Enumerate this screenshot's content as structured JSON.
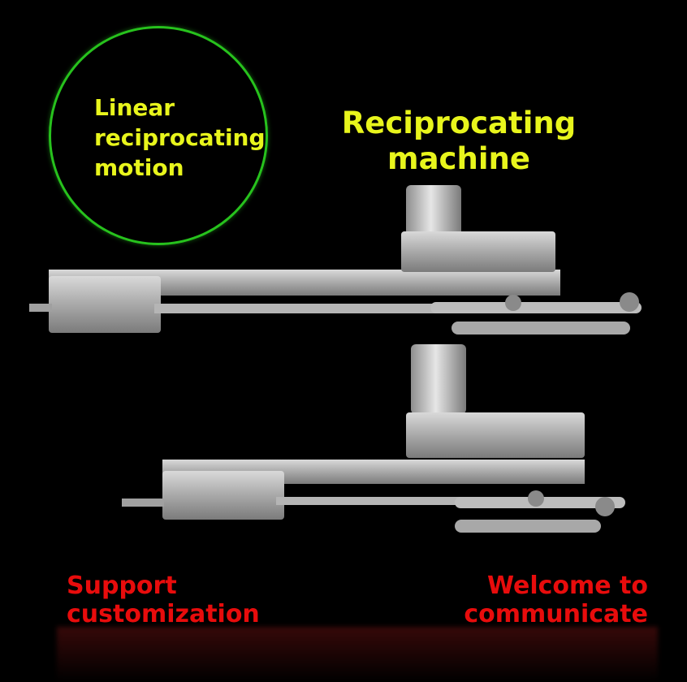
{
  "badge": {
    "lines": [
      "Linear",
      "reciprocating",
      "motion"
    ],
    "ring_color": "#27c21d",
    "text_color": "#e8f51c"
  },
  "title": {
    "lines": [
      "Reciprocating",
      "machine"
    ],
    "color": "#e8f51c"
  },
  "footer": {
    "left_lines": [
      "Support",
      "customization"
    ],
    "right_lines": [
      "Welcome to",
      "communicate"
    ],
    "color": "#e80c0c"
  }
}
